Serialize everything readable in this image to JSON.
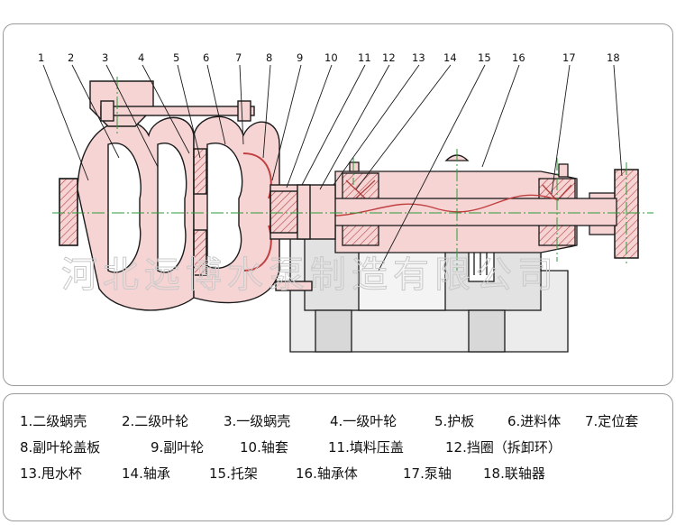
{
  "watermark": "河北远博水泵制造有限公司",
  "callout_numbers": [
    "1",
    "2",
    "3",
    "4",
    "5",
    "6",
    "7",
    "8",
    "9",
    "10",
    "11",
    "12",
    "13",
    "14",
    "15",
    "16",
    "17",
    "18"
  ],
  "legend": [
    [
      "1.二级蜗壳",
      "2.二级叶轮",
      "3.一级蜗壳",
      "4.一级叶轮",
      "5.护板",
      "6.进料体",
      "7.定位套"
    ],
    [
      "8.副叶轮盖板",
      "9.副叶轮",
      "10.轴套",
      "11.填料压盖",
      "12.挡圈（拆卸环）"
    ],
    [
      "13.甩水杯",
      "14.轴承",
      "15.托架",
      "16.轴承体",
      "17.泵轴",
      "18.联轴器"
    ]
  ],
  "colors": {
    "line": "#1a1a1a",
    "pump_fill": "#f7d4d4",
    "section_line": "#d07a7a",
    "center_line": "#2e9a3a",
    "hatch": "#b04040"
  }
}
